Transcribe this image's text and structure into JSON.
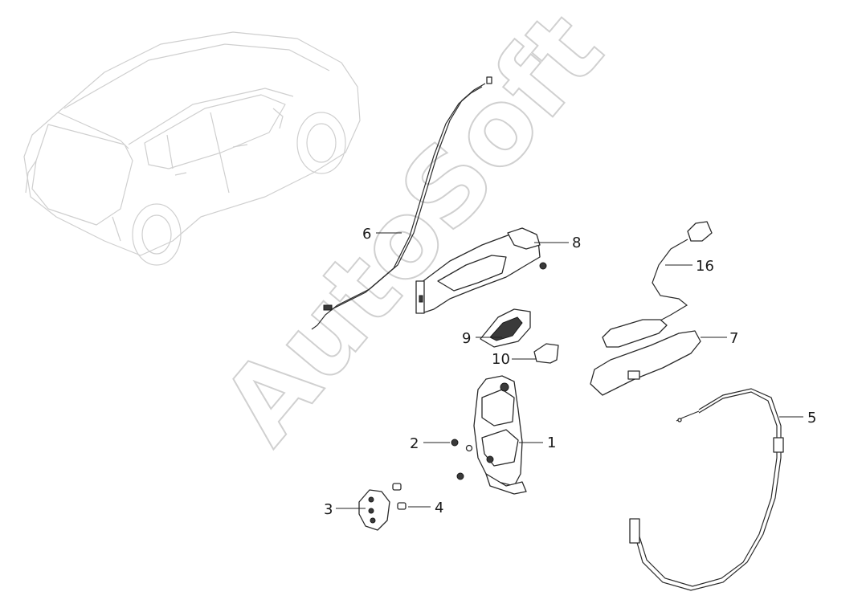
{
  "watermark": {
    "text": "AutoSoft",
    "color": "#d9d9d9"
  },
  "callouts": [
    {
      "id": "1",
      "label": "1"
    },
    {
      "id": "2",
      "label": "2"
    },
    {
      "id": "3",
      "label": "3"
    },
    {
      "id": "4",
      "label": "4"
    },
    {
      "id": "5",
      "label": "5"
    },
    {
      "id": "6",
      "label": "6"
    },
    {
      "id": "7",
      "label": "7"
    },
    {
      "id": "8",
      "label": "8"
    },
    {
      "id": "9",
      "label": "9"
    },
    {
      "id": "10",
      "label": "10"
    },
    {
      "id": "16",
      "label": "16"
    }
  ],
  "colors": {
    "line": "#2a2a2a",
    "car_outline": "#cfcfcf"
  }
}
